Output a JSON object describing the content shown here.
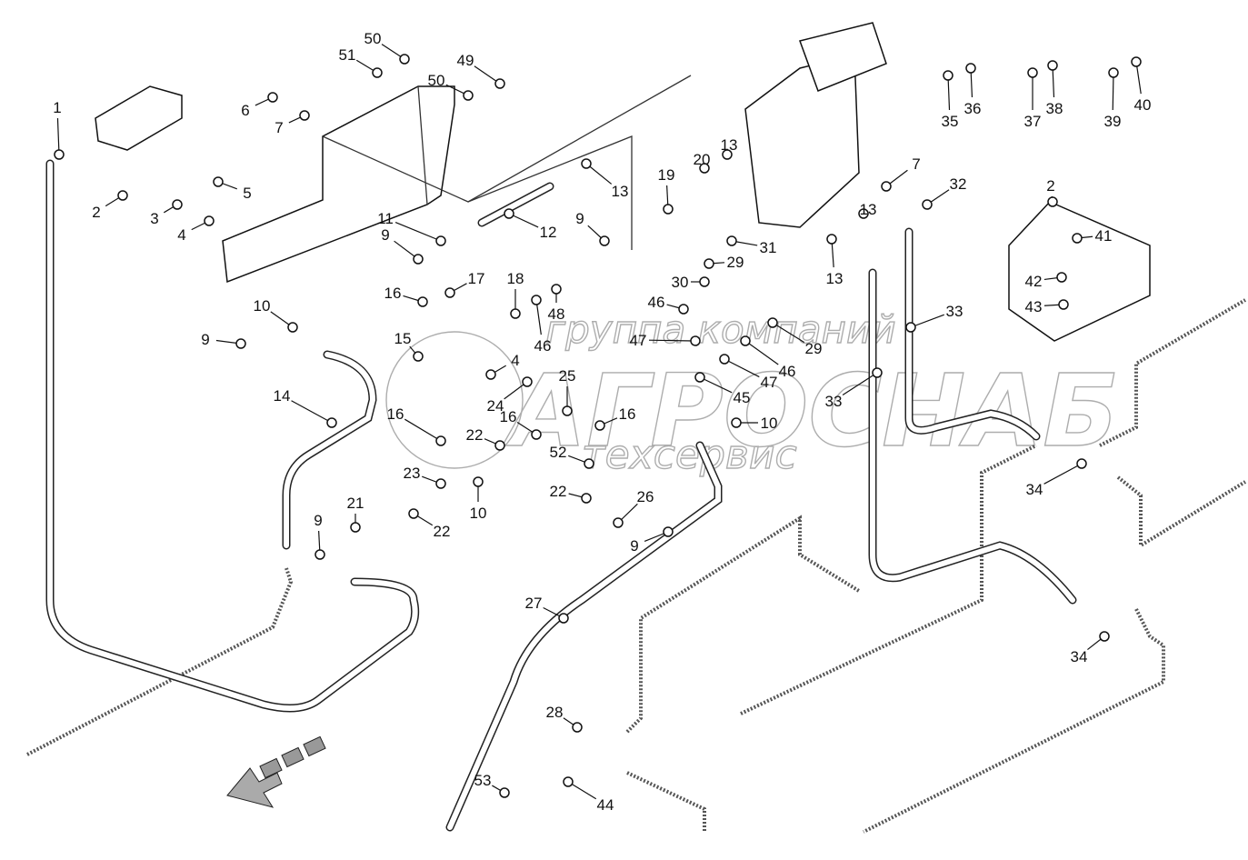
{
  "diagram": {
    "callouts": [
      "1",
      "2",
      "3",
      "4",
      "5",
      "6",
      "7",
      "50",
      "51",
      "49",
      "50",
      "11",
      "9",
      "12",
      "13",
      "9",
      "19",
      "20",
      "13",
      "7",
      "32",
      "35",
      "36",
      "37",
      "38",
      "39",
      "40",
      "2",
      "41",
      "42",
      "43",
      "13",
      "13",
      "31",
      "29",
      "30",
      "46",
      "33",
      "33",
      "17",
      "16",
      "18",
      "48",
      "46",
      "10",
      "9",
      "15",
      "47",
      "29",
      "46",
      "47",
      "45",
      "4",
      "25",
      "24",
      "16",
      "14",
      "22",
      "16",
      "16",
      "10",
      "52",
      "22",
      "26",
      "23",
      "10",
      "21",
      "22",
      "9",
      "9",
      "27",
      "34",
      "34",
      "28",
      "53",
      "44"
    ],
    "watermark": {
      "line1": "группа компаний",
      "line2": "АГРОСНАБ",
      "line3": "техсервис"
    },
    "direction_arrow": "front-direction-arrow"
  }
}
